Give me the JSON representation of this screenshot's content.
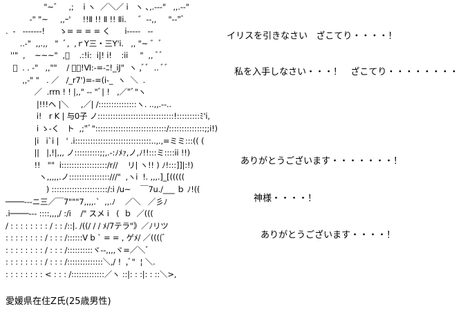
{
  "art": {
    "lines": [
      "                \"~゛   ,;    i ヽ  ／＼／ i   ヽ ､,.-‐‐\"   ,,.-‐\"",
      "          ‐\" \"~     ,,ｰ'     !!Ⅱ !! Ⅱ !! Ⅱi.     ゛‐-,,     \"‐-\"ﾞ",
      ".  ‐   -------!      ゝ= = = = く      i-----   --",
      "      ..-\"  ,,.,,   \"  ﾞ,  ,ｒY三・三Y'i.   ,, \"~ ゛ﾞ",
      "  ''\"  ,    ~~~\"  ,ﾞ    .:!i:  i|! i!    :ii     \"  ,, ﾞﾞ",
      "   ﾞ  . . -\"   ,,\"\"    / ⌒ﾞ!Ⅵ:-=-ﾆ!_iJ\"  ヽ ,ﾞﾞ  .. ﾞﾞ",
      "       ,,-\" \"   . ／   /_r7')=-=(i-_  ヽ  ＼  .",
      "            ／  .rrn ! ! |,,\" -- \"ﾞ| !   ,／\"ﾞ\"ヽ",
      "             |!!!ヘ |＼     ,／| /:::::::::::::::ヽ. ..,,.--..",
      "             i!   r K | 与0子 ノ::::::::::::::::::::::::::::::!:::::::::ﾐ'i,",
      "             i ゝ‐く   ト  ,;\"ﾞ\"::::::::::::::::::::::::::::/::::::::::::::;;i!)",
      "            |i   i`i |   ' .i::::::::::::::::::::::::::::::..,.,=ミミ:::(( (",
      "            ||   |,!|,,, ノ::::::::::;;,.-:ﾉﾒｧ,ノ,ﾉ!!:::ミ::::ii !!)",
      "            !!   \"\"  i::::::::::::::::::/r//    リ| ヽ!! ) ﾉ!:::]]|:!)",
      "              ヽ,,,,,.ノ::::::::::::::::///\"  ,ヽi  !. ,,,.]_[(((((",
      "                 ) ::::::::::::::::::::::/:i /u~    ￣7u./___ ｂ ﾉ!((",
      "────---ニ三／￣7\"\"\"7,,,,.`  ,,.ﾉ    ／＼   ／彡ﾉ",
      ".i────‐-- ::::,,,,/ :/i    /\" スメ i   (  ｂ  ／(((",
      "/ : : : : : : : : / : : /::|. /((/ / / ﾒ/7テラ\"》／ﾉリツ",
      ": : : : : : : : / : : : /::::::V b ` = = , ゲﾒ/ ／((((ﾞ",
      ": : : : : : : : / : : : /::::::::::ヾ‐‐,,,,ヾ=／＼ﾞ",
      ": : : : : : : : / : : : /::::::::::::::＼,/ !  ,ﾞ\"  ¦ ＼.",
      ": : : : : : : : < : : : /:::::::::::::／ヽ ::|: : :|: : ::＼>,"
    ]
  },
  "dialogue": {
    "line_1": "イリスを引きなさい   ざこてり・・・・！",
    "line_2": "私を入手しなさい・・・！   ざこてり・・・・・・・・・！",
    "line_3": "ありがとうございます・・・・・・・！",
    "line_4": "神様・・・・！",
    "line_5": "ありがとうございます・・・・！"
  },
  "caption": "愛媛県在住Z氏(25歳男性)"
}
